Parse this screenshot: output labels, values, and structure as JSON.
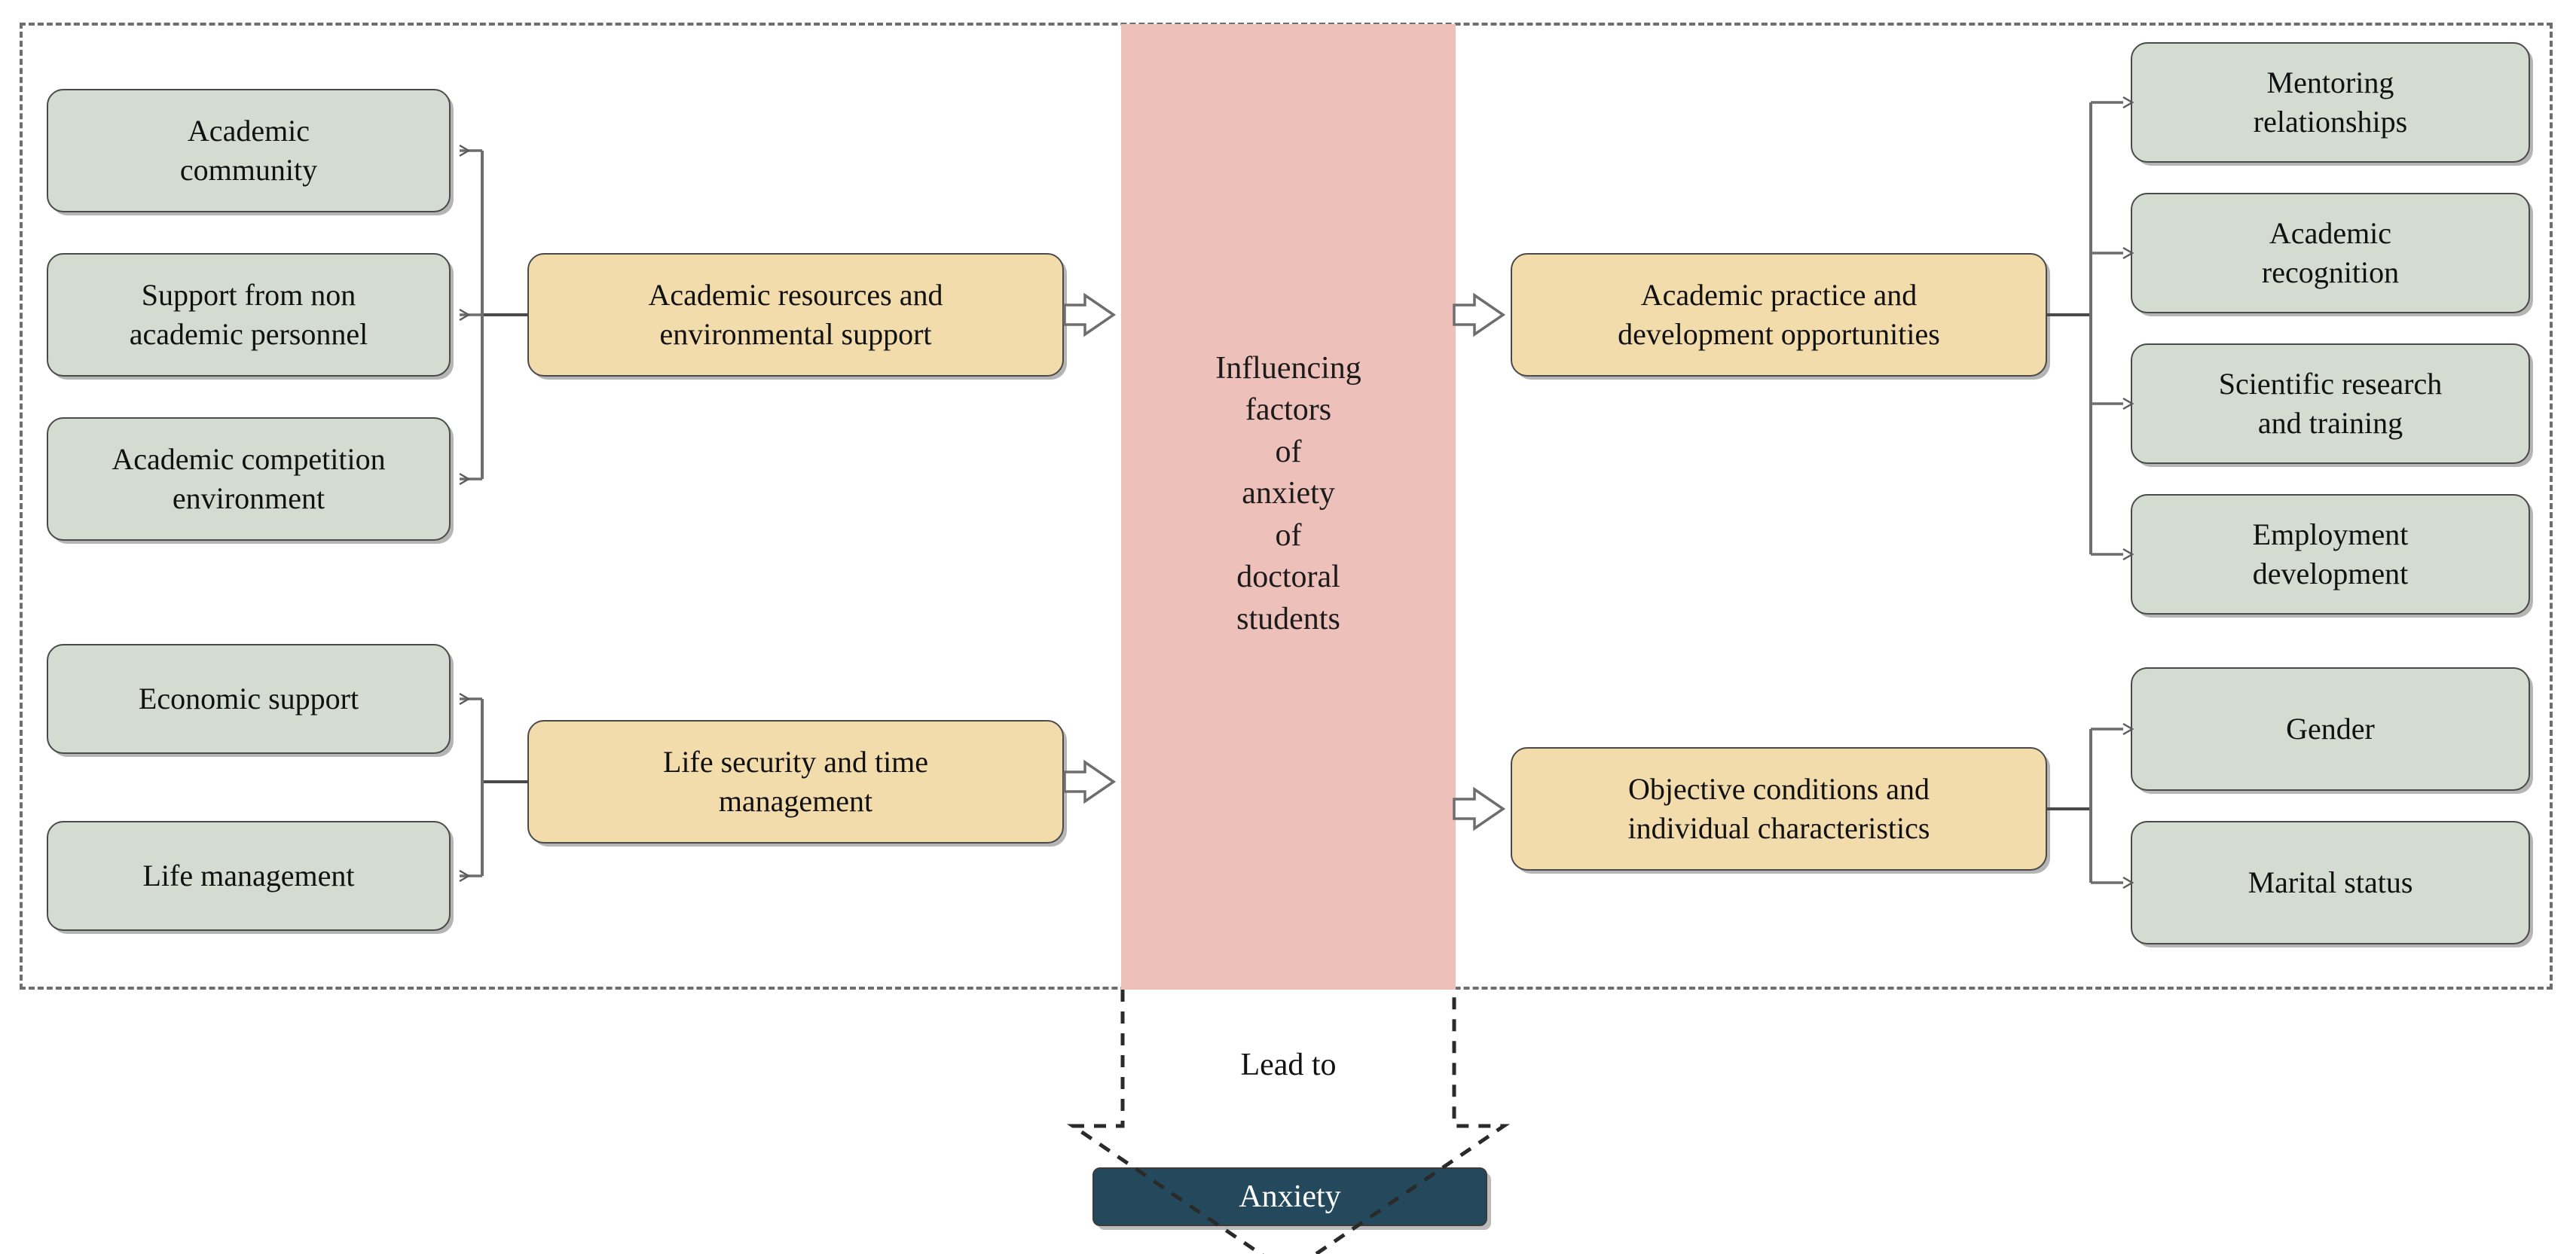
{
  "diagram": {
    "center": {
      "label": "Influencing\nfactors\nof\nanxiety\nof\ndoctoral\nstudents",
      "color": "#eec0ba"
    },
    "colors": {
      "leaf_fill": "#d4dcd1",
      "category_fill": "#f3dcac",
      "outcome_fill": "#24495d",
      "center_fill": "#eec0ba",
      "border": "#4a4a4a",
      "connector": "#5a5a5a"
    },
    "left_groups": [
      {
        "category": "Academic resources and\nenvironmental support",
        "leaves": [
          "Academic\ncommunity",
          "Support from non\nacademic personnel",
          "Academic competition\nenvironment"
        ]
      },
      {
        "category": "Life security and time\nmanagement",
        "leaves": [
          "Economic support",
          "Life management"
        ]
      }
    ],
    "right_groups": [
      {
        "category": "Academic practice and\ndevelopment opportunities",
        "leaves": [
          "Mentoring\nrelationships",
          "Academic\nrecognition",
          "Scientific research\nand training",
          "Employment\ndevelopment"
        ]
      },
      {
        "category": "Objective conditions and\nindividual characteristics",
        "leaves": [
          "Gender",
          "Marital status"
        ]
      }
    ],
    "outcome": {
      "connector_label": "Lead to",
      "label": "Anxiety"
    }
  }
}
